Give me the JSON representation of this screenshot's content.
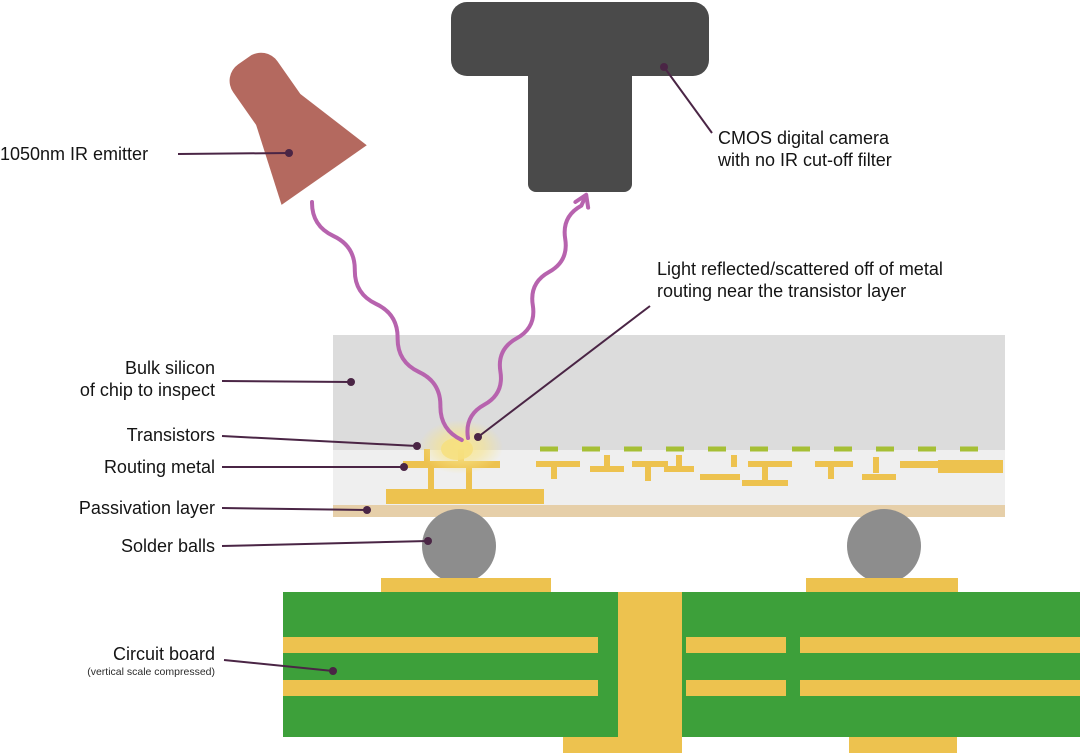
{
  "figure": {
    "emitter_label": "1050nm IR emitter",
    "camera_label_line1": "CMOS digital camera",
    "camera_label_line2": "with no IR cut-off filter",
    "reflection_label_line1": "Light reflected/scattered off of metal",
    "reflection_label_line2": "routing near the transistor layer",
    "bulk_silicon_label_line1": "Bulk silicon",
    "bulk_silicon_label_line2": "of chip to inspect",
    "transistors_label": "Transistors",
    "routing_metal_label": "Routing metal",
    "passivation_label": "Passivation layer",
    "solder_balls_label": "Solder balls",
    "circuit_board_label": "Circuit board",
    "circuit_board_note": "(vertical scale compressed)"
  },
  "colors": {
    "emitter": "#b4695f",
    "camera": "#4a4a4a",
    "light_beam": "#b763ae",
    "bulk_silicon": "#dcdcdc",
    "routing_region": "#efefef",
    "metal_gold": "#edc24f",
    "transistor_green": "#a6bf35",
    "passivation_tan": "#e6cfa9",
    "solder_gray": "#8d8d8d",
    "board_green": "#3da03a",
    "pointer_line": "#4a2545"
  }
}
